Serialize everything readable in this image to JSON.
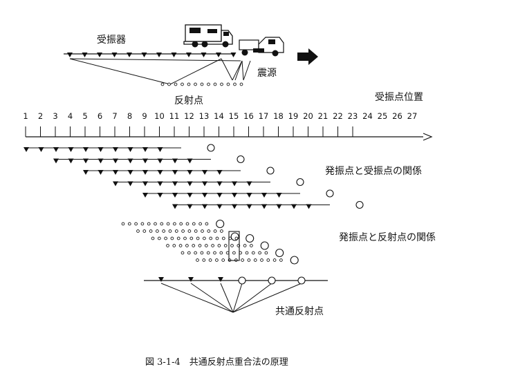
{
  "labels": {
    "receiver": "受振器",
    "source": "震源",
    "reflection_point": "反射点",
    "receiver_position": "受振点位置",
    "source_receiver_relation": "発振点と受振点の関係",
    "source_reflection_relation": "発振点と反射点の関係",
    "common_reflection_point": "共通反射点"
  },
  "axis": {
    "ticks": [
      "1",
      "2",
      "3",
      "4",
      "5",
      "6",
      "7",
      "8",
      "9",
      "10",
      "11",
      "12",
      "13",
      "14",
      "15",
      "16",
      "17",
      "18",
      "19",
      "20",
      "21",
      "22",
      "23",
      "24",
      "25",
      "26",
      "27"
    ]
  },
  "caption": "図 3-1-4　共通反射点重合法の原理",
  "spread": {
    "receivers_per_line": 10,
    "shot_count": 6,
    "shot_step_positions": 2
  },
  "colors": {
    "ink": "#111111",
    "background": "#ffffff"
  },
  "icons": [
    "truck-icon",
    "vibrator-truck-icon",
    "arrow-right-icon"
  ]
}
